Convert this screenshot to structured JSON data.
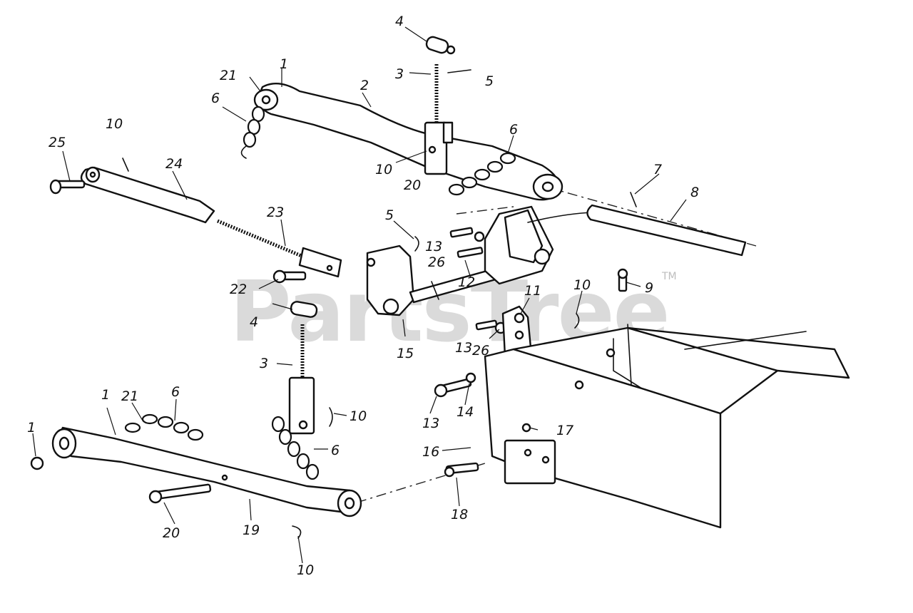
{
  "watermark": {
    "text": "PartsTree",
    "trademark": "TM"
  },
  "callouts": [
    "1",
    "2",
    "3",
    "4",
    "5",
    "6",
    "7",
    "8",
    "9",
    "10",
    "11",
    "12",
    "13",
    "14",
    "15",
    "16",
    "17",
    "18",
    "19",
    "20",
    "21",
    "22",
    "23",
    "24",
    "25",
    "26"
  ],
  "colors": {
    "line": "#111111",
    "background": "#ffffff",
    "watermark": "#bdbdbd"
  }
}
